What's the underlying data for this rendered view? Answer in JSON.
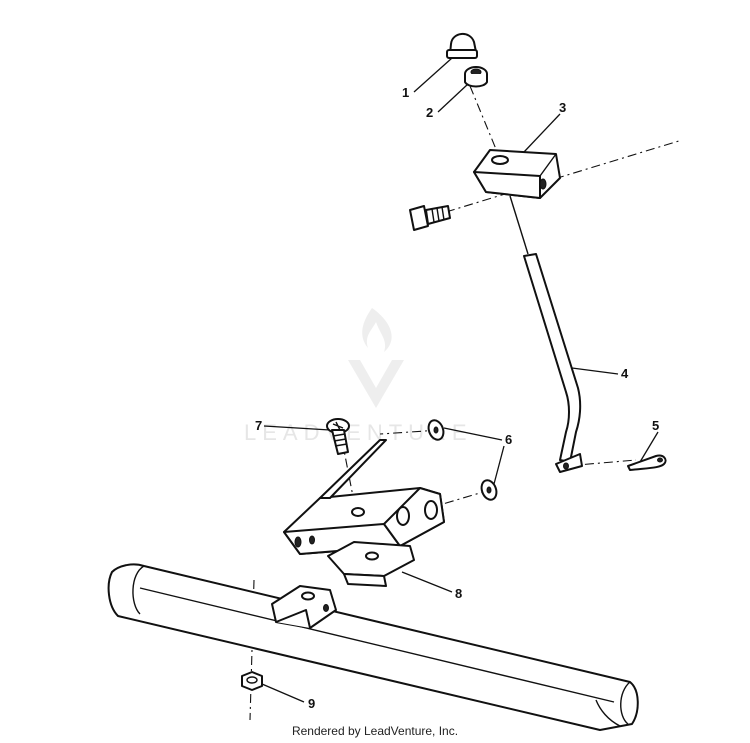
{
  "diagram": {
    "callouts": [
      "1",
      "2",
      "3",
      "4",
      "5",
      "6",
      "7",
      "8",
      "9"
    ]
  },
  "watermark": {
    "text": "LEADVENTURE",
    "color": "#e6e6e6"
  },
  "footer": {
    "text": "Rendered by LeadVenture, Inc."
  }
}
